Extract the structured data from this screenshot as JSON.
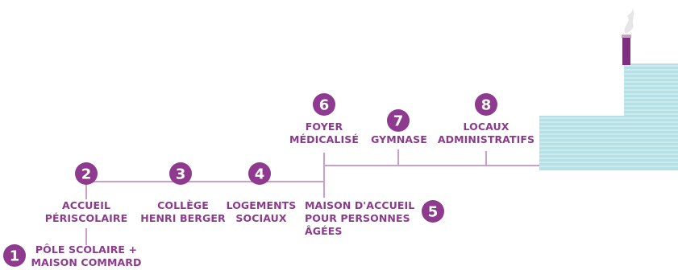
{
  "diagram": {
    "colors": {
      "accent": "#8e3a8e",
      "line": "#c9a0c9",
      "building": "#b4e1e6",
      "building_stripe": "#e4f4f6",
      "chimney": "#7f2f7f"
    },
    "stops": [
      {
        "number": "1",
        "label_lines": [
          "PÔLE SCOLAIRE +",
          "MAISON COMMARD"
        ]
      },
      {
        "number": "2",
        "label_lines": [
          "ACCUEIL",
          "PÉRISCOLAIRE"
        ]
      },
      {
        "number": "3",
        "label_lines": [
          "COLLÈGE",
          "HENRI BERGER"
        ]
      },
      {
        "number": "4",
        "label_lines": [
          "LOGEMENTS",
          "SOCIAUX"
        ]
      },
      {
        "number": "5",
        "label_lines": [
          "MAISON D'ACCUEIL",
          "POUR PERSONNES",
          "ÂGÉES"
        ]
      },
      {
        "number": "6",
        "label_lines": [
          "FOYER",
          "MÉDICALISÉ"
        ]
      },
      {
        "number": "7",
        "label_lines": [
          "GYMNASE"
        ]
      },
      {
        "number": "8",
        "label_lines": [
          "LOCAUX",
          "ADMINISTRATIFS"
        ]
      }
    ]
  }
}
